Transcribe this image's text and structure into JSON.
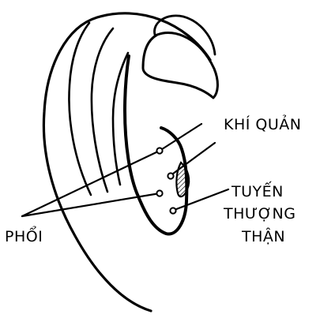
{
  "labels": {
    "khi_quan": "KHÍ QUẢN",
    "tuyen": "TUYẾN",
    "thuong": "THƯỢNG",
    "than": "THẬN",
    "phoi": "PHỔI"
  },
  "colors": {
    "ink": "#000000",
    "background": "#ffffff"
  }
}
